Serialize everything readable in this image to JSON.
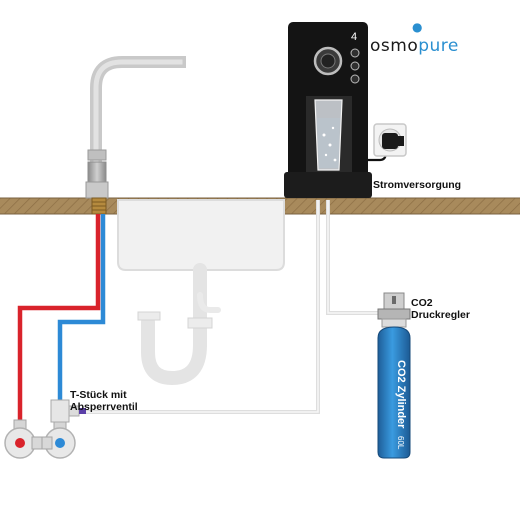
{
  "brand": {
    "part1": "osmo",
    "part2": "pure",
    "color_dark": "#1a1a1a",
    "color_accent": "#2a8fd0"
  },
  "labels": {
    "power": "Stromversorgung",
    "co2_line1": "CO2",
    "co2_line2": "Druckregler",
    "tee_line1": "T-Stück mit",
    "tee_line2": "Absperrventil"
  },
  "cylinder": {
    "text": "CO2 Zylinder",
    "volume": "60L"
  },
  "dispenser": {
    "display_digit": "4"
  },
  "colors": {
    "hot": "#d9232b",
    "cold": "#2d8ad6",
    "counter": "#a88a5c",
    "cylinder": "#2f86c9",
    "tube": "#e3e3e3"
  }
}
